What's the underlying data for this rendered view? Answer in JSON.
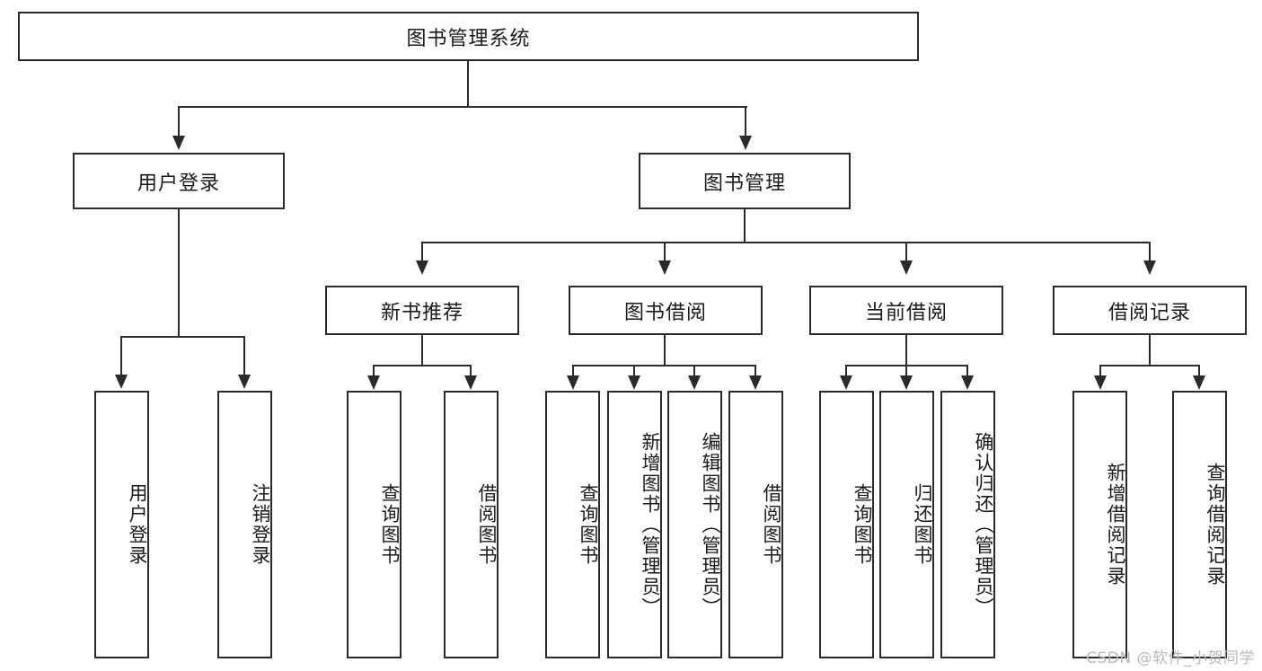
{
  "diagram": {
    "title": "图书管理系统",
    "watermark": "CSDN @软件_小贺同学",
    "colors": {
      "stroke": "#2b2b2b",
      "fill": "#ffffff",
      "text": "#1a1a1a",
      "watermark": "#b9b9b9"
    },
    "levels": {
      "root": {
        "label": "图书管理系统"
      },
      "level2": [
        {
          "label": "用户登录"
        },
        {
          "label": "图书管理"
        }
      ],
      "level3": [
        {
          "label": "新书推荐"
        },
        {
          "label": "图书借阅"
        },
        {
          "label": "当前借阅"
        },
        {
          "label": "借阅记录"
        }
      ],
      "leaves": {
        "user_login": [
          {
            "label": "用户登录"
          },
          {
            "label": "注销登录"
          }
        ],
        "new_book_recommend": [
          {
            "label": "查询图书"
          },
          {
            "label": "借阅图书"
          }
        ],
        "book_borrow": [
          {
            "label": "查询图书"
          },
          {
            "label": "新增图书（管理员）"
          },
          {
            "label": "编辑图书（管理员）"
          },
          {
            "label": "借阅图书"
          }
        ],
        "current_borrow": [
          {
            "label": "查询图书"
          },
          {
            "label": "归还图书"
          },
          {
            "label": "确认归还（管理员）"
          }
        ],
        "borrow_record": [
          {
            "label": "新增借阅记录"
          },
          {
            "label": "查询借阅记录"
          }
        ]
      }
    }
  }
}
